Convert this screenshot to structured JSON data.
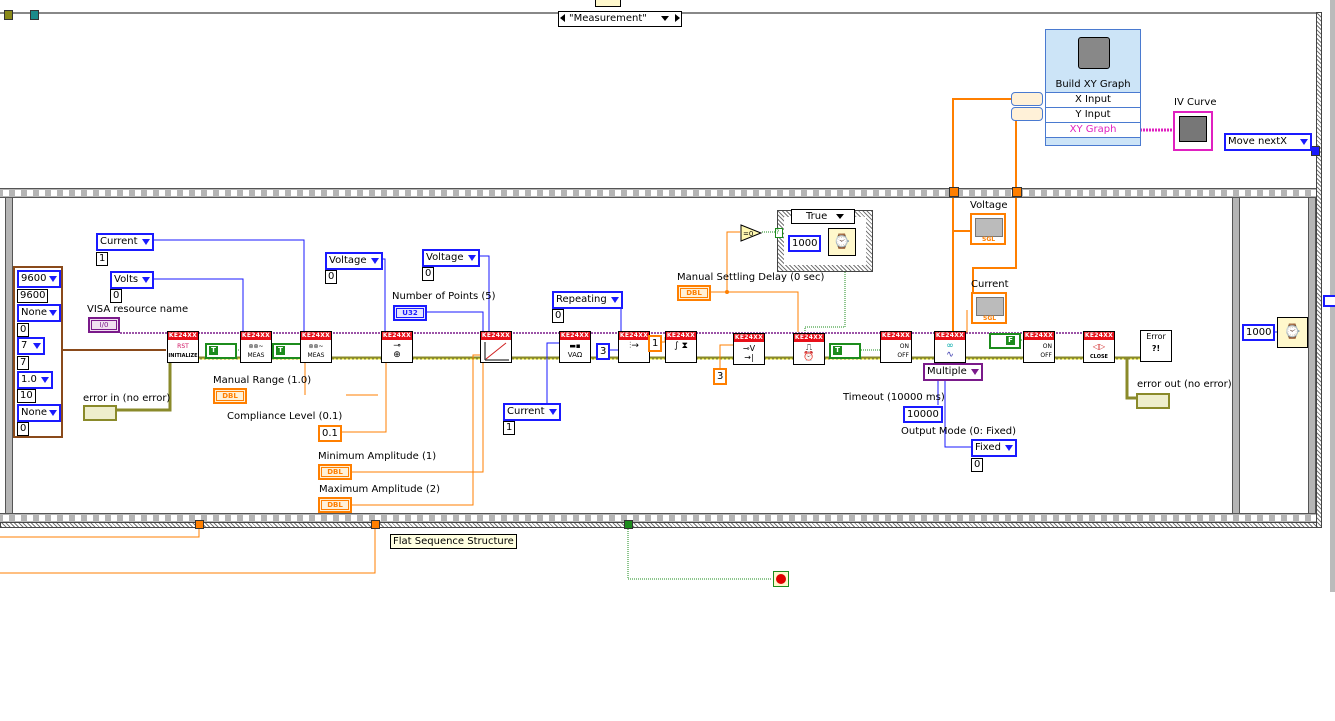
{
  "window": {
    "type": "LabVIEW block diagram"
  },
  "case_structure_top": {
    "selector_label": "\"Measurement\""
  },
  "flat_sequence": {
    "tooltip": "Flat Sequence Structure"
  },
  "cluster_constant": {
    "items": [
      {
        "type": "ring",
        "value": "9600"
      },
      {
        "type": "numeric",
        "value": "9600"
      },
      {
        "type": "ring",
        "value": "None"
      },
      {
        "type": "numeric",
        "value": "0"
      },
      {
        "type": "ring",
        "value": "7"
      },
      {
        "type": "numeric",
        "value": "7"
      },
      {
        "type": "ring",
        "value": "1.0"
      },
      {
        "type": "numeric",
        "value": "10"
      },
      {
        "type": "ring",
        "value": "None"
      },
      {
        "type": "numeric",
        "value": "0"
      }
    ]
  },
  "controls": {
    "visa_resource": {
      "label": "VISA resource name",
      "terminal": "I/0"
    },
    "error_in": {
      "label": "error in (no error)"
    },
    "error_out": {
      "label": "error out (no error)"
    },
    "manual_range": {
      "label": "Manual Range (1.0)",
      "terminal": "DBL"
    },
    "compliance_level": {
      "label": "Compliance  Level (0.1)",
      "value": "0.1"
    },
    "number_of_points": {
      "label": "Number of Points (5)",
      "terminal": "U32"
    },
    "minimum_amplitude": {
      "label": "Minimum Amplitude (1)",
      "terminal": "DBL"
    },
    "maximum_amplitude": {
      "label": "Maximum Amplitude (2)",
      "terminal": "DBL"
    },
    "manual_settling_delay": {
      "label": "Manual Settling Delay (0 sec)",
      "terminal": "DBL"
    },
    "timeout": {
      "label": "Timeout (10000 ms)",
      "value": "10000"
    },
    "output_mode": {
      "label": "Output Mode (0: Fixed)",
      "ring": "Fixed",
      "value": "0"
    }
  },
  "rings": {
    "current1": {
      "value": "Current",
      "num": "1"
    },
    "volts": {
      "value": "Volts",
      "num": "0"
    },
    "voltage1": {
      "value": "Voltage",
      "num": "0"
    },
    "voltage2": {
      "value": "Voltage",
      "num": "0"
    },
    "repeating": {
      "value": "Repeating",
      "num": "0"
    },
    "current2": {
      "value": "Current",
      "num": "1"
    },
    "multiple": {
      "value": "Multiple"
    },
    "move_nextx": {
      "value": "Move nextX"
    }
  },
  "constants": {
    "three_blue": "3",
    "one_orange": "1",
    "three_orange": "3",
    "wait_inner": "1000",
    "wait_right": "1000"
  },
  "inner_case": {
    "selector_label": "True"
  },
  "booleans": {
    "t1": "T",
    "t2": "T",
    "t3": "T",
    "f1": "F"
  },
  "vis": {
    "header": "KE24XX",
    "initialize": "INITIALIZE",
    "meas": "MEAS",
    "close": "CLOSE",
    "on": "ON",
    "off": "OFF"
  },
  "indicators": {
    "voltage_array": {
      "label": "Voltage",
      "type": "SGL"
    },
    "current_array": {
      "label": "Current",
      "type": "SGL"
    },
    "iv_curve": {
      "label": "IV Curve"
    }
  },
  "build_xy_graph": {
    "title": "Build XY Graph",
    "inputs": [
      "X Input",
      "Y Input"
    ],
    "output": "XY Graph"
  },
  "colors": {
    "integer_wire": "#1a1aff",
    "double_wire": "#ff7f00",
    "visa_wire": "#7a1a8a",
    "error_wire": "#8a8a2a",
    "boolean_wire": "#1c8c1c",
    "header_red": "#e8101a",
    "xy_pink": "#e020c0"
  }
}
